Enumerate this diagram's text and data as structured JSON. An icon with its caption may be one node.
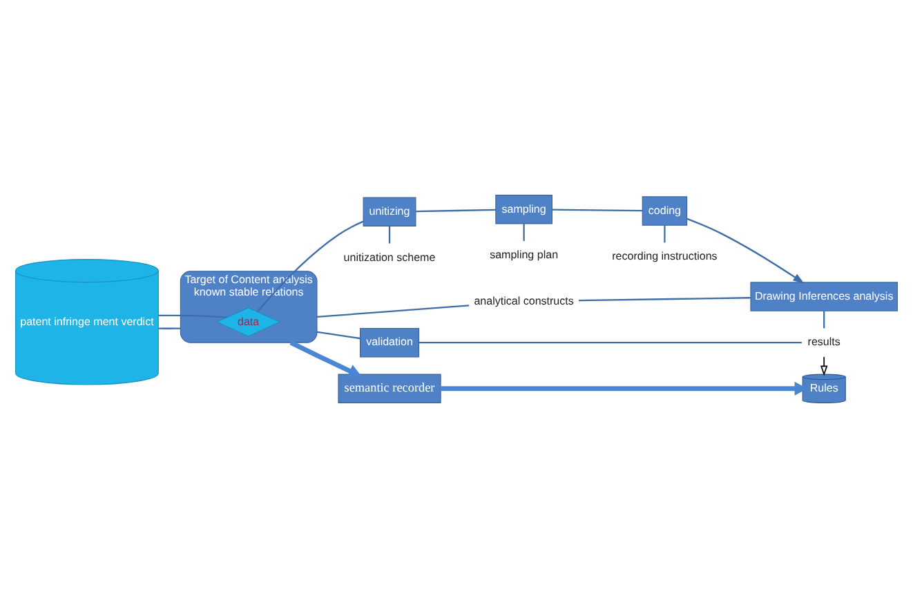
{
  "diagram": {
    "nodes": [
      {
        "text": [
          "patent infringe ment verdict"
        ]
      },
      {
        "text": [
          "Target of Content analysis",
          "known stable relations"
        ]
      },
      {
        "text": [
          "data"
        ],
        "in": 1
      },
      {
        "text": [
          "semantic recorder"
        ]
      },
      {
        "text": [
          "Rules"
        ]
      },
      {
        "text": [
          "validation"
        ]
      },
      {
        "text": [
          "results"
        ]
      },
      {
        "text": [
          "Drawing Inferences analysis"
        ]
      },
      {
        "text": [
          "analytical constructs"
        ]
      },
      {
        "text": [
          "unitizing"
        ]
      },
      {
        "text": [
          "sampling"
        ]
      },
      {
        "text": [
          "coding"
        ]
      },
      {
        "text": [
          "unitization scheme"
        ]
      },
      {
        "text": [
          "sampling plan"
        ]
      },
      {
        "text": [
          "recording instructions"
        ]
      }
    ],
    "edges": [
      {
        "from": 1,
        "to": 3,
        "arrow": "to",
        "style": "thick",
        "color": "#4a86d4"
      },
      {
        "from": 3,
        "to": 4,
        "arrow": "to",
        "style": "thick",
        "color": "#4a86d4"
      },
      {
        "from": 6,
        "to": 4,
        "arrow": "to",
        "color": "#000000"
      },
      {
        "from": 0,
        "to": 1,
        "arrow": "none"
      },
      {
        "from": 1,
        "to": 5,
        "arrow": "none"
      },
      {
        "from": 5,
        "to": 6,
        "arrow": "none"
      },
      {
        "from": 1,
        "to": 8,
        "arrow": "none"
      },
      {
        "from": 8,
        "to": 7,
        "arrow": "none"
      },
      {
        "from": 0,
        "to": 2,
        "arrow": "none"
      },
      {
        "from": 2,
        "to": 9,
        "arrow": "none"
      },
      {
        "from": 9,
        "to": 10,
        "arrow": "none"
      },
      {
        "from": 10,
        "to": 11,
        "arrow": "none"
      },
      {
        "from": 11,
        "to": 7,
        "arrow": "to"
      },
      {
        "from": 7,
        "to": 6,
        "arrow": "none"
      },
      {
        "from": 9,
        "to": 12,
        "arrow": "none"
      },
      {
        "from": 10,
        "to": 13,
        "arrow": "none"
      },
      {
        "from": 11,
        "to": 14,
        "arrow": "none"
      }
    ]
  }
}
